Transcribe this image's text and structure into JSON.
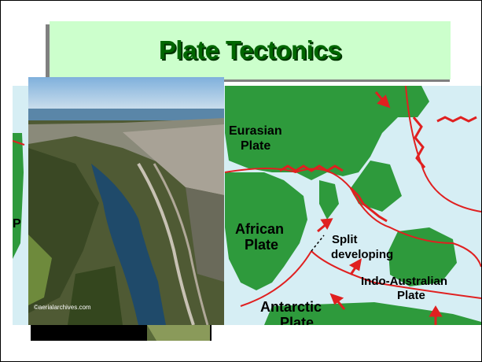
{
  "slide": {
    "title": "Plate Tectonics"
  },
  "map": {
    "labels": {
      "eurasian_line1": "Eurasian",
      "eurasian_line2": "Plate",
      "african_line1": "African",
      "african_line2": "Plate",
      "split_line1": "Split",
      "split_line2": "developing",
      "indo_line1": "Indo-Australian",
      "indo_line2": "Plate",
      "antarctic_line1": "Antarctic",
      "antarctic_line2": "Plate",
      "partial_left": "P"
    },
    "colors": {
      "ocean": "#d6eef4",
      "land": "#2e9a3c",
      "boundary": "#e02020",
      "arrow": "#e02020"
    }
  },
  "photo": {
    "credit": "©aerialarchives.com"
  }
}
